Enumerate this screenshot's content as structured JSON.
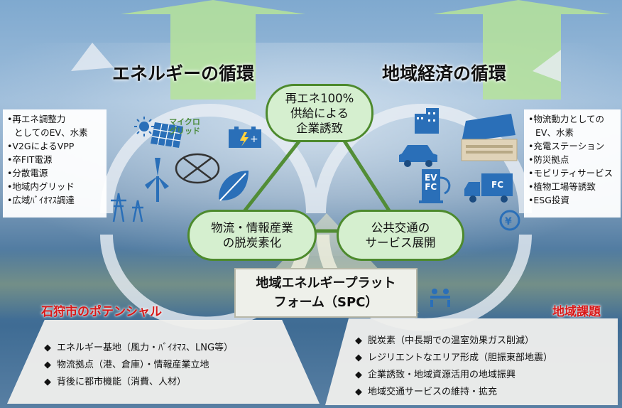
{
  "headings": {
    "energy_cycle": "エネルギーの循環",
    "economy_cycle": "地域経済の循環"
  },
  "left_list": [
    "•再エネ調整力",
    "としてのEV、水素",
    "•V2GによるVPP",
    "•卒FIT電源",
    "•分散電源",
    "•地域内グリッド",
    "•広域ﾊﾞｲｵﾏｽ調達"
  ],
  "right_list": [
    "•物流動力としての",
    "EV、水素",
    "•充電ステーション",
    "•防災拠点",
    "•モビリティサービス",
    "•植物工場等誘致",
    "•ESG投資"
  ],
  "hubs": {
    "top": [
      "再エネ100%",
      "供給による",
      "企業誘致"
    ],
    "left": [
      "物流・情報産業",
      "の脱炭素化"
    ],
    "right": [
      "公共交通の",
      "サービス展開"
    ]
  },
  "icon_labels": {
    "microgrid": [
      "マイクロ",
      "グリッド"
    ],
    "ev_fc": [
      "EV",
      "FC"
    ],
    "truck_fc": "FC"
  },
  "spc": [
    "地域エネルギープラット",
    "フォーム（SPC）"
  ],
  "potential_label": "石狩市のポテンシャル",
  "issues_label": "地域課題",
  "potential_items": [
    "エネルギー基地（風力・ﾊﾞｲｵﾏｽ、LNG等）",
    "物流拠点（港、倉庫）・情報産業立地",
    "背後に都市機能（消費、人材）"
  ],
  "issue_items": [
    "脱炭素（中長期での温室効果ガス削減）",
    "レジリエントなエリア形成（胆振東部地震）",
    "企業誘致・地域資源活用の地域振興",
    "地域交通サービスの維持・拡充"
  ],
  "bullet_symbol": "◆",
  "colors": {
    "hub_fill": "#d5efcf",
    "hub_border": "#4d8a2d",
    "red_label": "#d81818",
    "arrow_green": "#a8d88c",
    "triangle": "#4d8a2d",
    "icon_blue": "#2a6fb8"
  }
}
